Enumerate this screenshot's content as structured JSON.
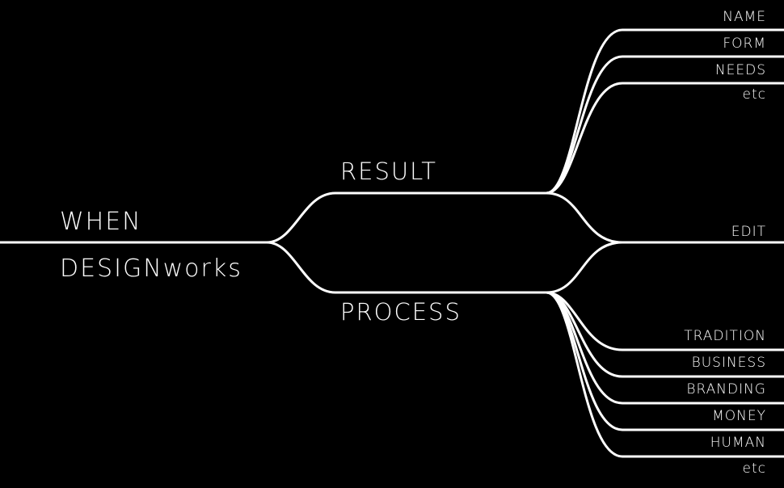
{
  "root": {
    "line1": "WHEN",
    "line2": "DESIGNworks"
  },
  "branches": {
    "result": "RESULT",
    "process": "PROCESS"
  },
  "result_items": [
    "NAME",
    "FORM",
    "NEEDS",
    "etc"
  ],
  "edit": "EDIT",
  "process_items": [
    "TRADITION",
    "BUSINESS",
    "BRANDING",
    "MONEY",
    "HUMAN",
    "etc"
  ],
  "colors": {
    "background": "#000000",
    "line": "#ffffff",
    "text": "#ffffff"
  }
}
